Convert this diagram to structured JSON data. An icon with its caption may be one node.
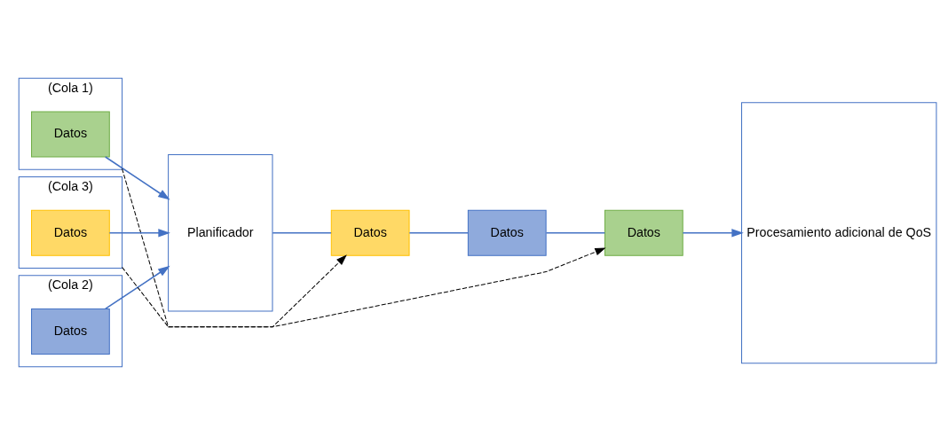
{
  "diagram": {
    "nodes": [
      {
        "text": [
          "(Cola 1)"
        ]
      },
      {
        "text": [
          "Datos"
        ],
        "in": 0
      },
      {
        "text": [
          "(Cola 2)"
        ]
      },
      {
        "text": [
          "Datos"
        ],
        "in": 2
      },
      {
        "text": [
          "(Cola 3)"
        ]
      },
      {
        "text": [
          "Datos"
        ],
        "in": 4
      },
      {
        "text": [
          "Planificador"
        ]
      },
      {
        "text": [
          "Datos"
        ]
      },
      {
        "text": [
          "Datos"
        ]
      },
      {
        "text": [
          "Datos"
        ]
      },
      {
        "text": [
          "Procesamiento adicional de QoS"
        ]
      }
    ],
    "edges": [
      {
        "from": 1,
        "to": 6,
        "arrow": "to"
      },
      {
        "from": 3,
        "to": 6,
        "arrow": "to"
      },
      {
        "from": 5,
        "to": 6,
        "arrow": "to"
      },
      {
        "from": 6,
        "to": 7,
        "arrow": "none"
      },
      {
        "from": 7,
        "to": 8,
        "arrow": "none"
      },
      {
        "from": 8,
        "to": 9,
        "arrow": "none"
      },
      {
        "from": 9,
        "to": 10,
        "arrow": "to"
      },
      {
        "from": 0,
        "to": 9,
        "arrow": "to",
        "style": "dashed",
        "color": "#000000"
      },
      {
        "from": 4,
        "to": 7,
        "arrow": "to",
        "style": "dashed",
        "color": "#000000"
      }
    ]
  }
}
